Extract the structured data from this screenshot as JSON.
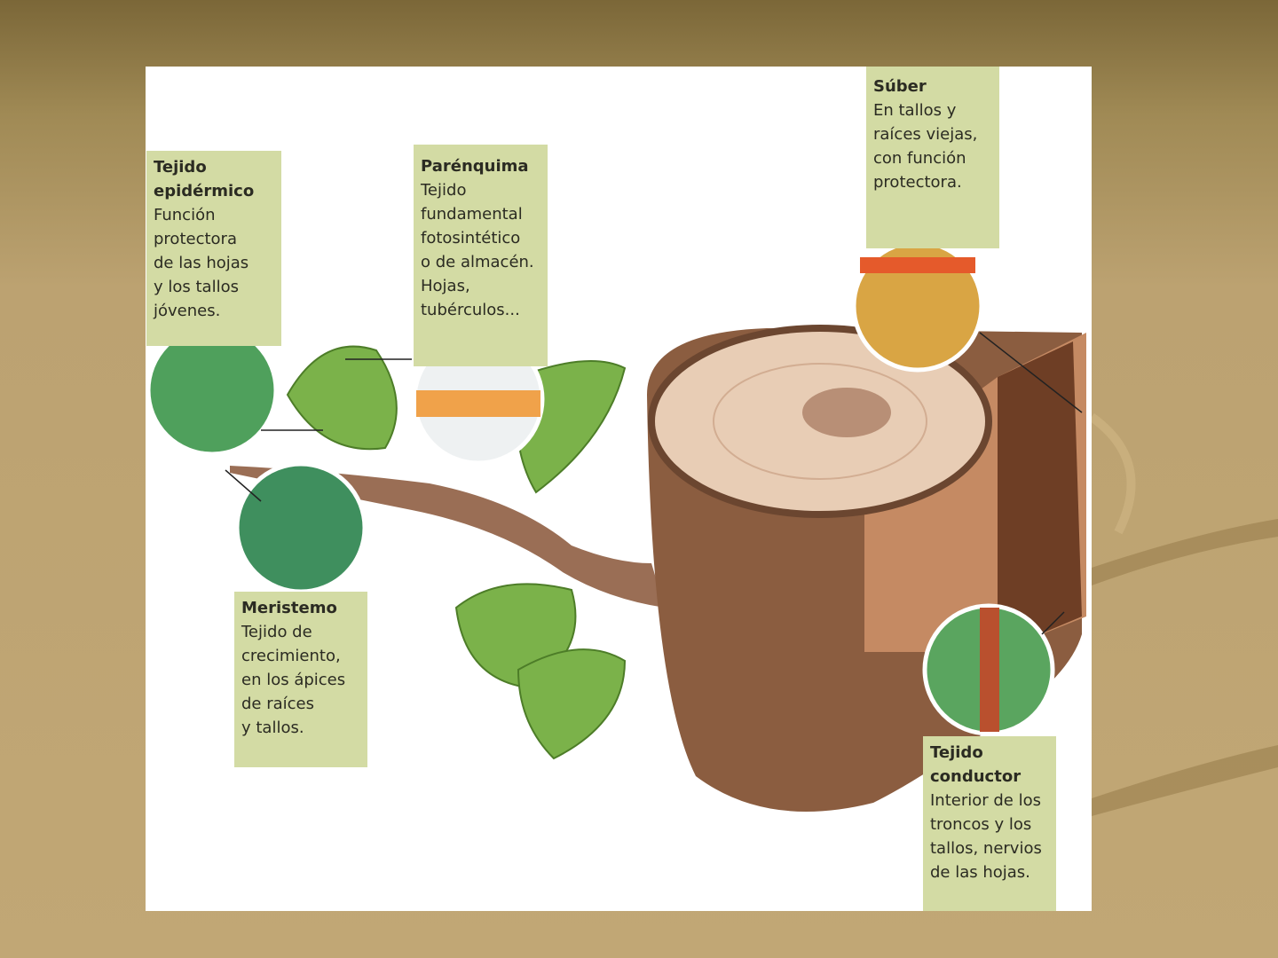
{
  "labels": {
    "epidermico": {
      "title": "Tejido\nepidérmico",
      "text": "Función\nprotectora\nde las hojas\ny los tallos\njóvenes."
    },
    "parenquima": {
      "title": "Parénquima",
      "text": "Tejido\nfundamental\nfotosintético\no de almacén.\nHojas,\ntubérculos..."
    },
    "suber": {
      "title": "Súber",
      "text": "En tallos y\nraíces viejas,\ncon función\nprotectora."
    },
    "meristemo": {
      "title": "Meristemo",
      "text": "Tejido de\ncrecimiento,\nen los ápices\nde raíces\ny tallos."
    },
    "conductor": {
      "title": "Tejido\nconductor",
      "text": "Interior de los\ntroncos y los\ntallos, nervios\nde las hojas."
    }
  },
  "colors": {
    "box": "#d3dba4",
    "bark": "#8a5a3c",
    "wood": "#e8cdb5",
    "leaf": "#7bb24a"
  }
}
